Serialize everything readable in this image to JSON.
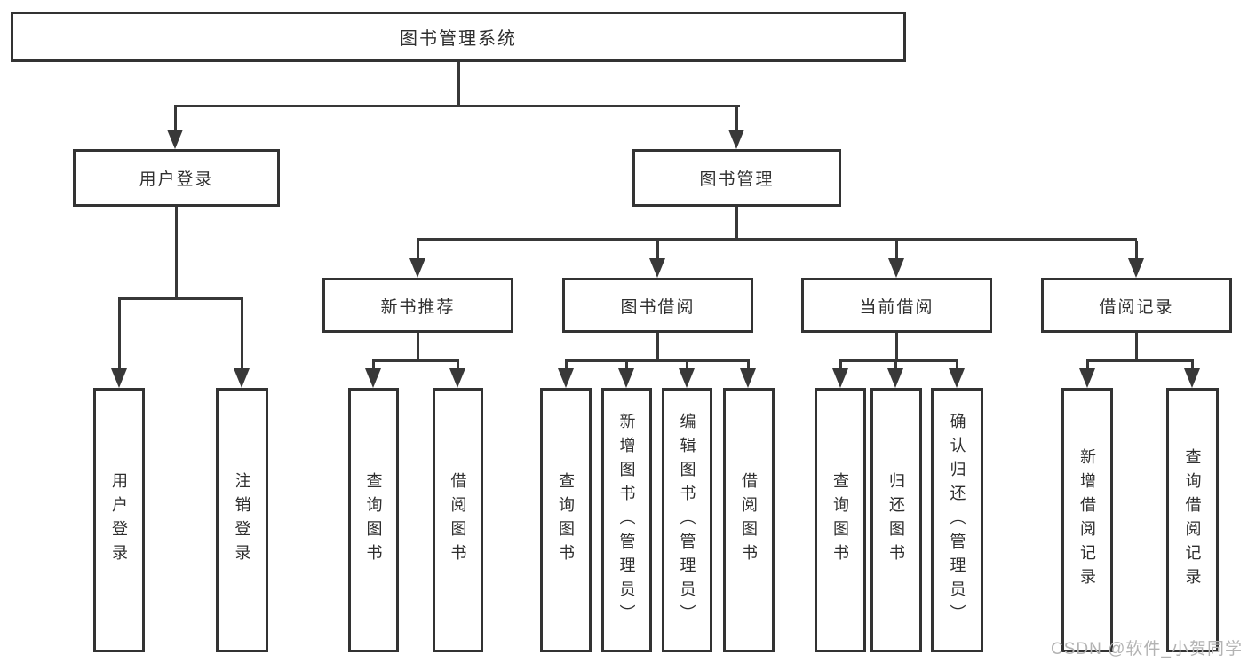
{
  "diagram": {
    "title": "图书管理系统",
    "branches": [
      {
        "label": "用户登录",
        "children": [
          {
            "label": "用户登录"
          },
          {
            "label": "注销登录"
          }
        ]
      },
      {
        "label": "图书管理",
        "children": [
          {
            "label": "新书推荐",
            "children": [
              {
                "label": "查询图书"
              },
              {
                "label": "借阅图书"
              }
            ]
          },
          {
            "label": "图书借阅",
            "children": [
              {
                "label": "查询图书"
              },
              {
                "label": "新增图书（管理员）"
              },
              {
                "label": "编辑图书（管理员）"
              },
              {
                "label": "借阅图书"
              }
            ]
          },
          {
            "label": "当前借阅",
            "children": [
              {
                "label": "查询图书"
              },
              {
                "label": "归还图书"
              },
              {
                "label": "确认归还（管理员）"
              }
            ]
          },
          {
            "label": "借阅记录",
            "children": [
              {
                "label": "新增借阅记录"
              },
              {
                "label": "查询借阅记录"
              }
            ]
          }
        ]
      }
    ]
  },
  "watermark": {
    "text": "CSDN @软件_小贺同学"
  },
  "colors": {
    "line": "#383838",
    "box_border": "#333333",
    "box_fill": "#ffffff",
    "text": "#2e2e2e",
    "watermark": "#b3b3b3",
    "background": "#ffffff"
  }
}
